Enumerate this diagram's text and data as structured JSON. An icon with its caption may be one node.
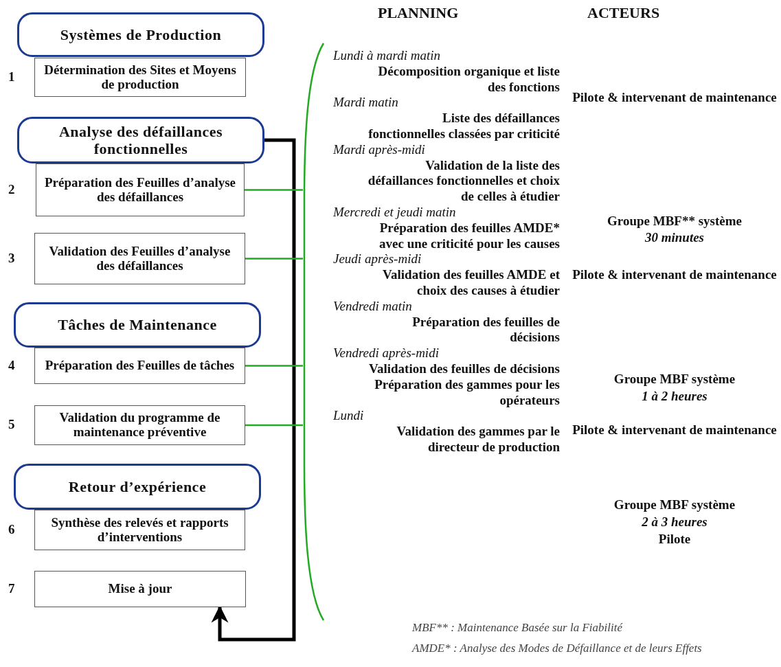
{
  "diagram": {
    "nodes": [
      {
        "text": [
          "Systèmes de Production"
        ]
      },
      {
        "text": [
          "Détermination des Sites et Moyens de production"
        ],
        "beside": [
          "1"
        ]
      },
      {
        "text": [
          "Analyse des défaillances fonctionnelles"
        ]
      },
      {
        "text": [
          "Préparation des Feuilles d’analyse des défaillances"
        ],
        "beside": [
          "2"
        ]
      },
      {
        "text": [
          "Validation des Feuilles d’analyse des défaillances"
        ],
        "beside": [
          "3"
        ]
      },
      {
        "text": [
          "Tâches de Maintenance"
        ]
      },
      {
        "text": [
          "Préparation des Feuilles de tâches"
        ],
        "beside": [
          "4"
        ]
      },
      {
        "text": [
          "Validation du programme de maintenance préventive"
        ],
        "beside": [
          "5"
        ]
      },
      {
        "text": [
          "Retour d’expérience"
        ]
      },
      {
        "text": [
          "Synthèse des relevés et rapports d’interventions"
        ],
        "beside": [
          "6"
        ]
      },
      {
        "text": [
          "Mise à jour"
        ],
        "beside": [
          "7"
        ]
      },
      {
        "text": [],
        "shape": "brace"
      }
    ],
    "edges": [
      {
        "from": 2,
        "to": 10,
        "arrow": "to",
        "style": "thick",
        "color": "#000000"
      },
      {
        "from": 3,
        "to": 11,
        "arrow": "none"
      },
      {
        "from": 4,
        "to": 11,
        "arrow": "none"
      },
      {
        "from": 6,
        "to": 11,
        "arrow": "none"
      },
      {
        "from": 7,
        "to": 11,
        "arrow": "none"
      }
    ],
    "labels": [
      "PLANNING",
      "ACTEURS",
      "Lundi à mardi matin",
      "Décomposition organique et liste des fonctions",
      "Mardi matin",
      "Liste des défaillances fonctionnelles classées par criticité",
      "Mardi après-midi",
      "Validation de la liste des défaillances fonctionnelles et choix de celles à étudier",
      "Mercredi et jeudi matin",
      "Préparation des feuilles AMDE* avec une criticité pour les causes",
      "Jeudi après-midi",
      "Validation des feuilles AMDE et choix des causes à étudier",
      "Vendredi matin",
      "Préparation des feuilles de décisions",
      "Vendredi après-midi",
      "Validation des feuilles de décisions",
      "Préparation des gammes pour les opérateurs",
      "Lundi",
      "Validation des gammes par le directeur de production",
      "Pilote & intervenant de maintenance",
      "Groupe MBF** système",
      "30 minutes",
      "Pilote & intervenant de maintenance",
      "Groupe MBF système",
      "1 à 2 heures",
      "Pilote & intervenant de maintenance",
      "Groupe MBF système",
      "2 à 3 heures",
      "Pilote",
      "MBF** : Maintenance Basée sur la Fiabilité",
      "AMDE* : Analyse des Modes de Défaillance et de leurs Effets"
    ]
  }
}
